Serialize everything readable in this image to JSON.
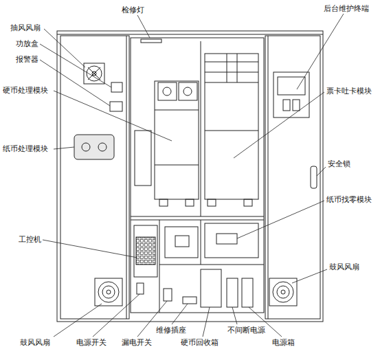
{
  "diagram": {
    "labels": [
      "检修灯",
      "后台维护终端",
      "抽风风扇",
      "功放盒",
      "报警器",
      "硬币处理模块",
      "纸币处理模块",
      "票卡吐卡模块",
      "安全锁",
      "纸币找零模块",
      "工控机",
      "鼓风风扇",
      "鼓风风扇",
      "电源开关",
      "漏电开关",
      "维修插座",
      "硬币回收箱",
      "不间断电源",
      "电源箱"
    ]
  }
}
